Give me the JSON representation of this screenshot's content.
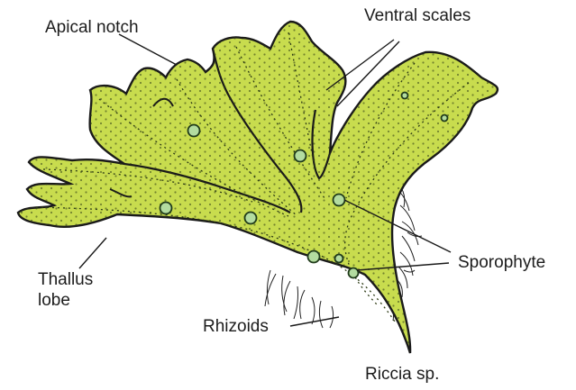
{
  "labels": {
    "apical_notch": "Apical notch",
    "ventral_scales": "Ventral scales",
    "sporophyte": "Sporophyte",
    "thallus_lobe_line1": "Thallus",
    "thallus_lobe_line2": "lobe",
    "rhizoids": "Rhizoids",
    "species": "Riccia sp."
  },
  "colors": {
    "thallus_fill": "#c8dc4e",
    "thallus_outline": "#1a1a1a",
    "sporophyte_fill": "#b3dca0",
    "dots": "#2c3a14",
    "text": "#1c1c1c",
    "rhizoid": "#222222"
  }
}
